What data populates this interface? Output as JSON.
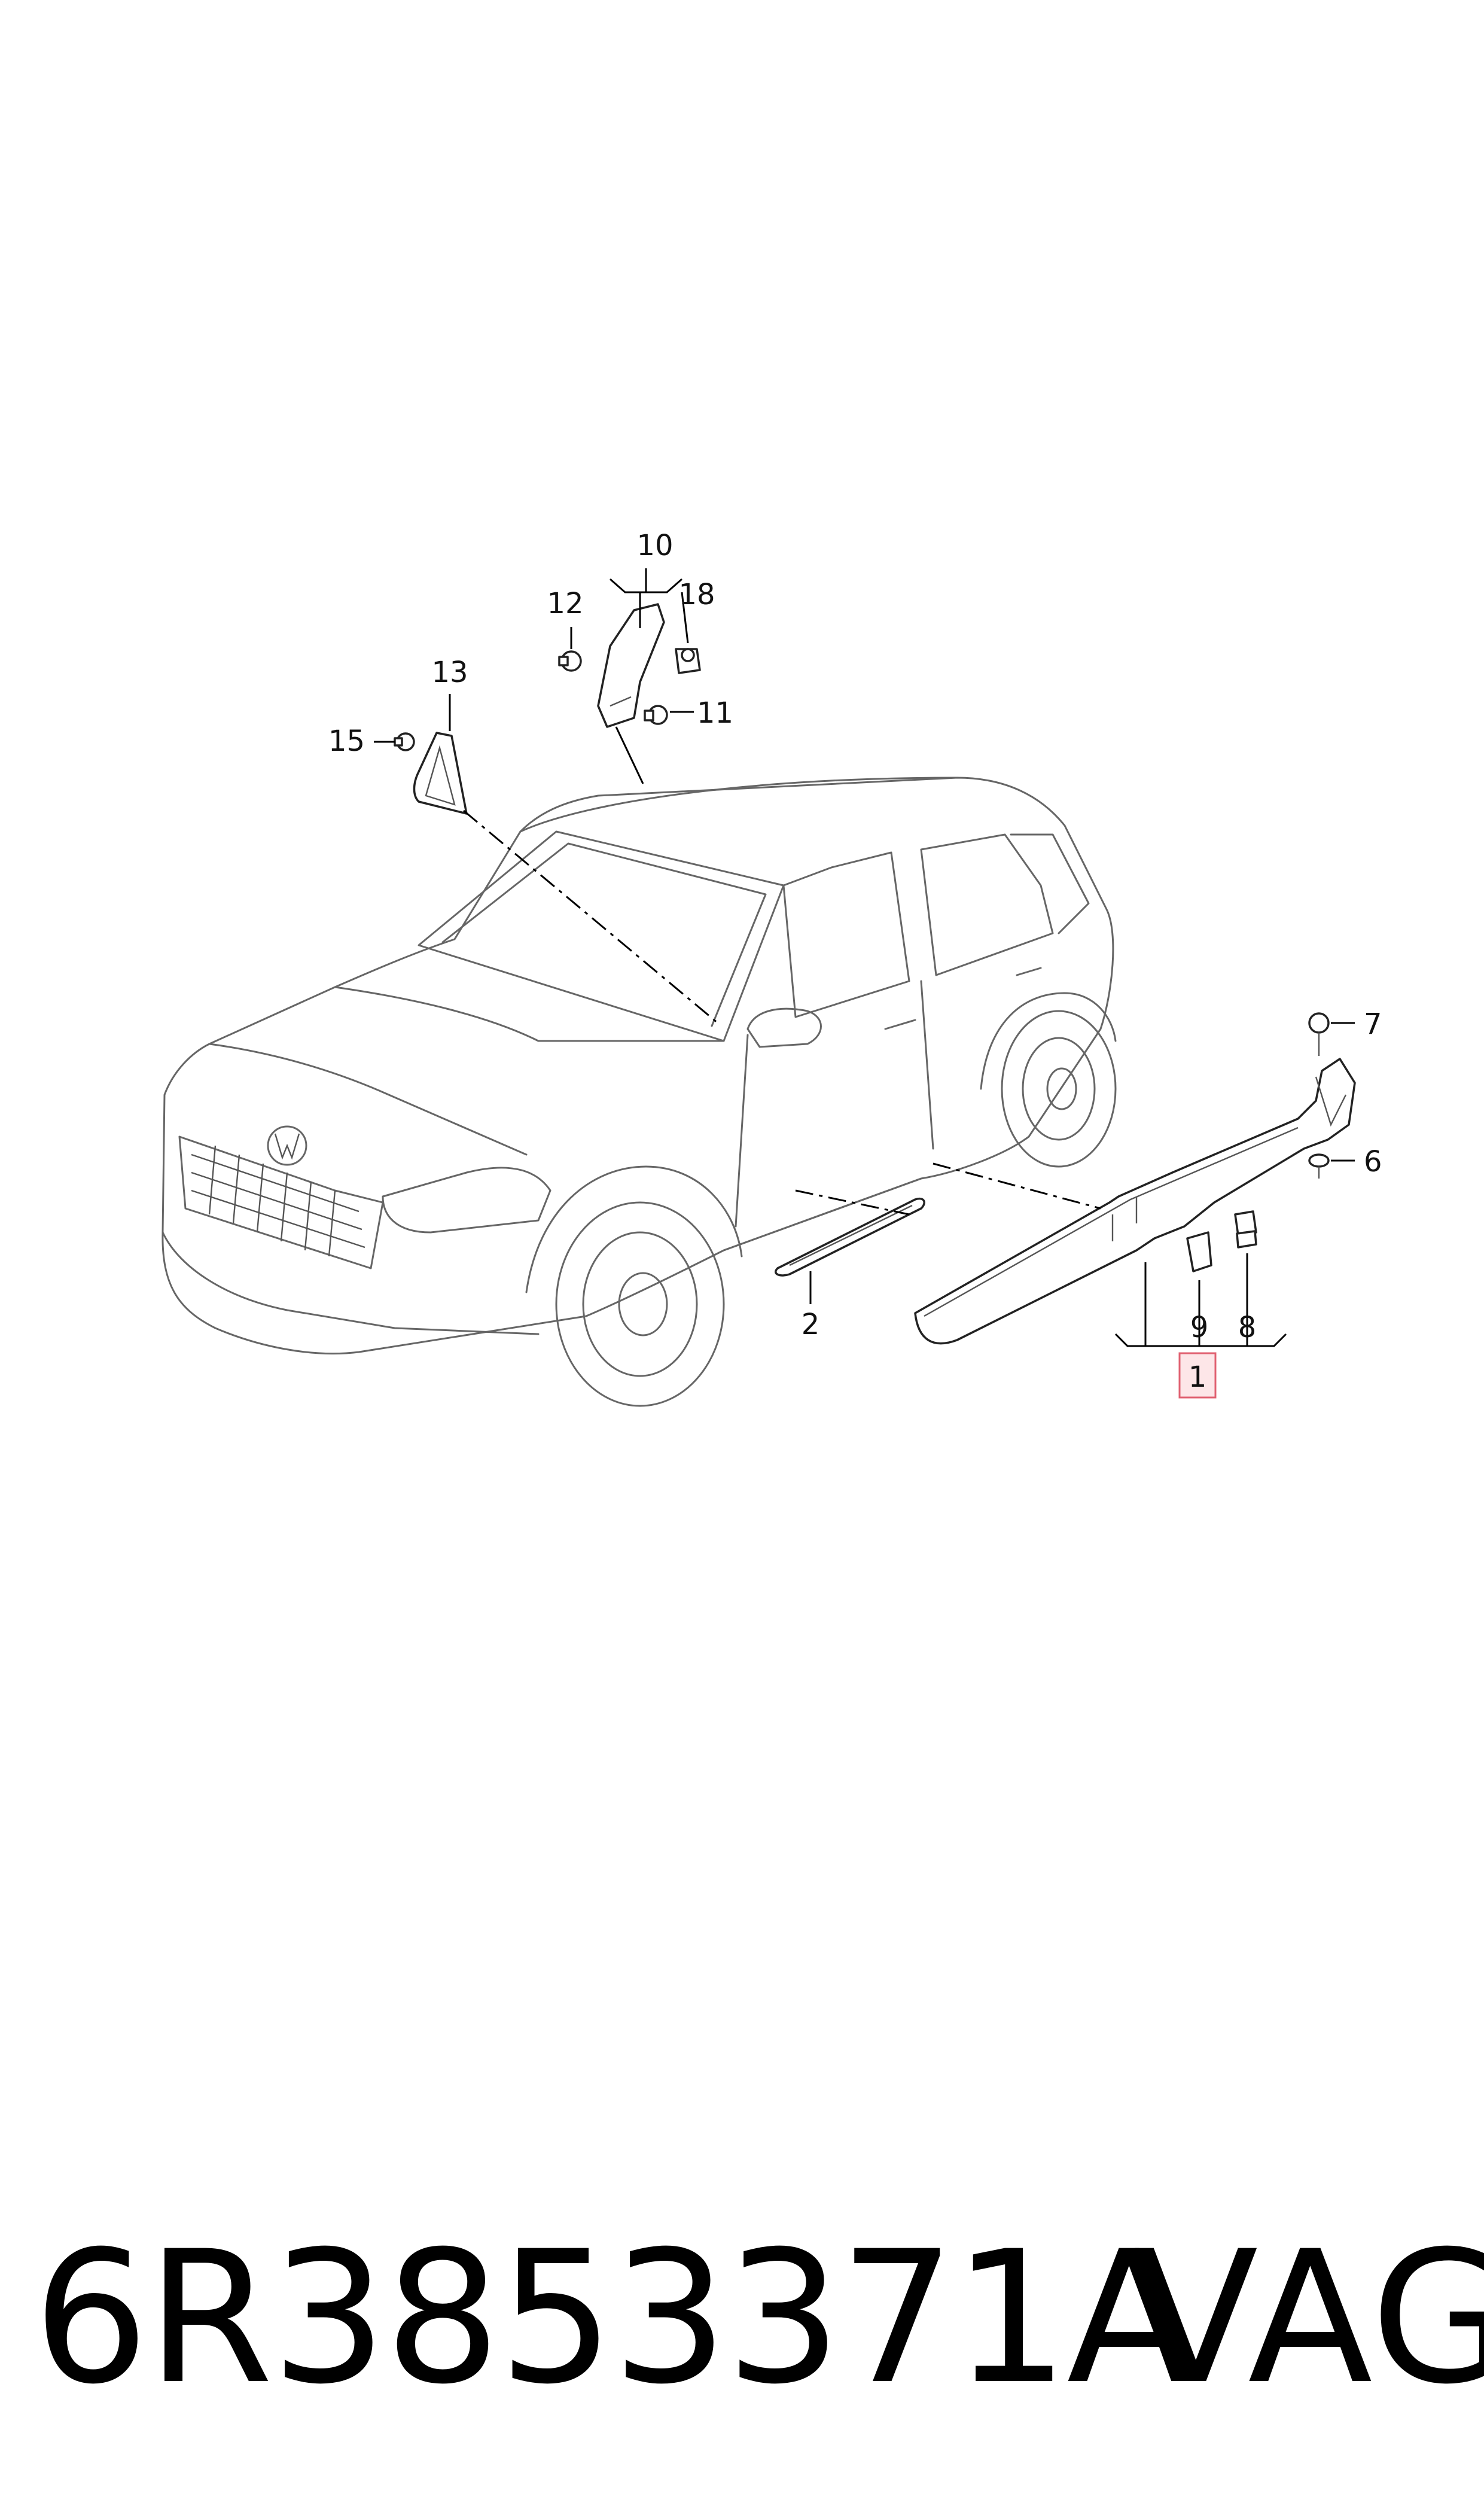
{
  "callouts": {
    "c1": "1",
    "c2": "2",
    "c6": "6",
    "c7": "7",
    "c8": "8",
    "c9": "9",
    "c10": "10",
    "c11": "11",
    "c12": "12",
    "c13": "13",
    "c15": "15",
    "c18": "18"
  },
  "highlighted_callout": "1",
  "caption": {
    "part_number": "6R3853371A",
    "brand": "VAG"
  },
  "colors": {
    "highlight_fill": "#fde6e8",
    "highlight_border": "#e06070",
    "line": "#000000"
  }
}
